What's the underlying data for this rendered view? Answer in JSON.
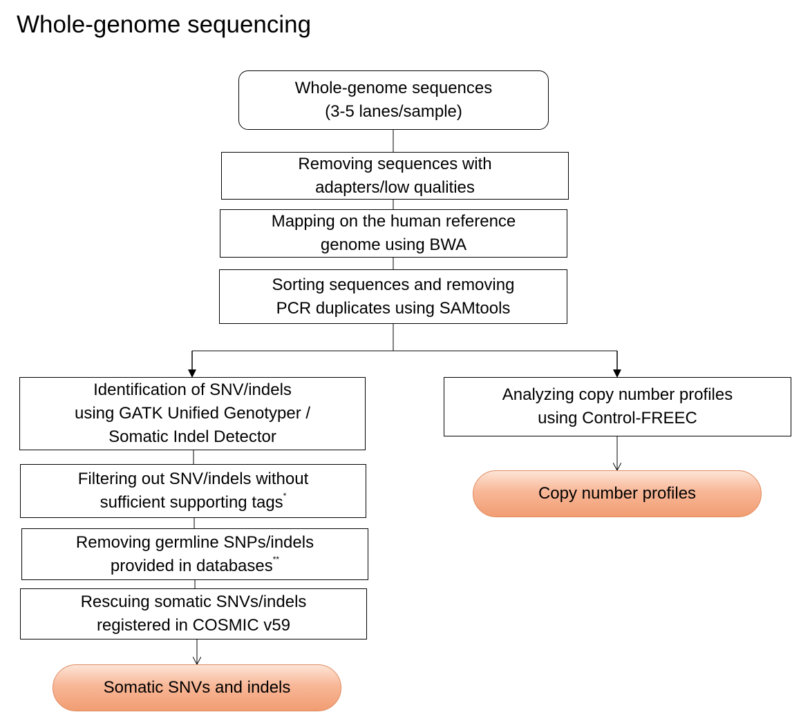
{
  "title": "Whole-genome sequencing",
  "nodes": {
    "input": {
      "line1": "Whole-genome sequences",
      "line2": "(3-5 lanes/sample)"
    },
    "remove_adapters": {
      "line1": "Removing sequences with",
      "line2": "adapters/low qualities"
    },
    "mapping": {
      "line1": "Mapping on the human reference",
      "line2": "genome using BWA"
    },
    "sorting": {
      "line1": "Sorting sequences and removing",
      "line2": "PCR duplicates using SAMtools"
    },
    "identification": {
      "line1": "Identification of SNV/indels",
      "line2": "using GATK Unified Genotyper /",
      "line3": "Somatic Indel Detector"
    },
    "filtering": {
      "line1": "Filtering out SNV/indels without",
      "line2": "sufficient supporting tags",
      "mark": "*"
    },
    "germline": {
      "line1": "Removing germline SNPs/indels",
      "line2": "provided in databases",
      "mark": "**"
    },
    "rescuing": {
      "line1": "Rescuing somatic SNVs/indels",
      "line2": "registered in COSMIC v59"
    },
    "somatic_output": {
      "label": "Somatic SNVs and indels"
    },
    "copy_number": {
      "line1": "Analyzing copy number profiles",
      "line2": "using Control-FREEC"
    },
    "copy_number_output": {
      "label": "Copy number profiles"
    }
  },
  "colors": {
    "box_border": "#000000",
    "connector": "#000000",
    "output_fill_top": "#fde4d6",
    "output_fill_bottom": "#f19d72",
    "output_border": "#e08a5e"
  }
}
